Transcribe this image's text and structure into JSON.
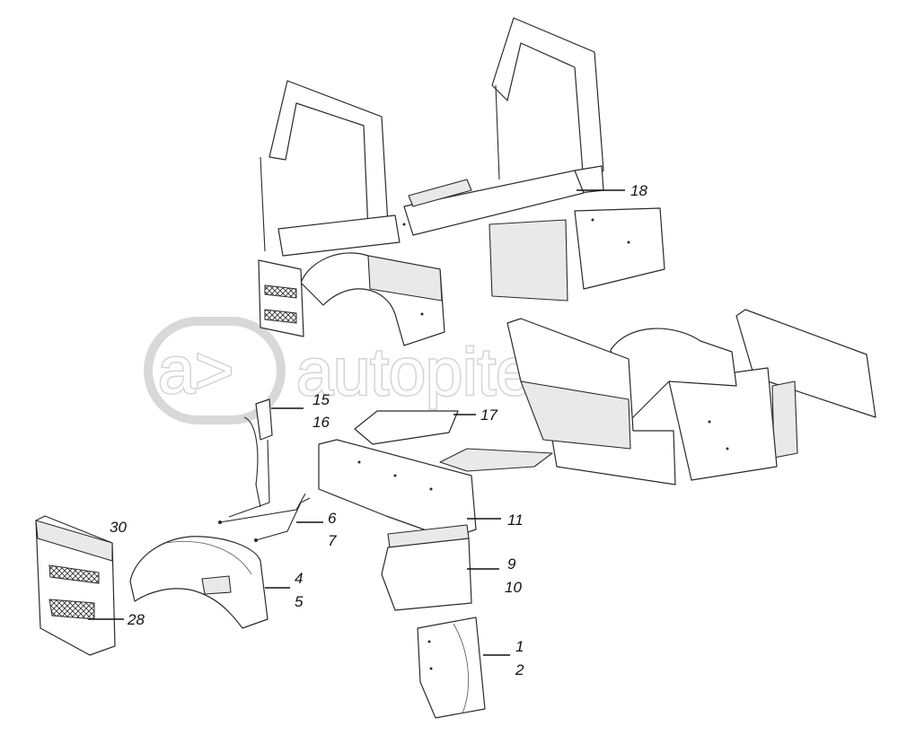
{
  "watermark": {
    "glyph": "a>",
    "text": "autopiter.ru"
  },
  "callouts": [
    {
      "id": "c18",
      "lines": [
        "18"
      ]
    },
    {
      "id": "c15",
      "lines": [
        "15",
        "16"
      ]
    },
    {
      "id": "c17",
      "lines": [
        "17"
      ]
    },
    {
      "id": "c11",
      "lines": [
        "11"
      ]
    },
    {
      "id": "c6",
      "lines": [
        "6",
        "7"
      ]
    },
    {
      "id": "c30",
      "lines": [
        "30"
      ]
    },
    {
      "id": "c4",
      "lines": [
        "4",
        "5"
      ]
    },
    {
      "id": "c9",
      "lines": [
        "9",
        "10"
      ]
    },
    {
      "id": "c28",
      "lines": [
        "28"
      ]
    },
    {
      "id": "c1",
      "lines": [
        "1",
        "2"
      ]
    }
  ],
  "colors": {
    "ink": "#2a2a2a",
    "paper": "#ffffff",
    "watermark": "#d4d4d4"
  }
}
